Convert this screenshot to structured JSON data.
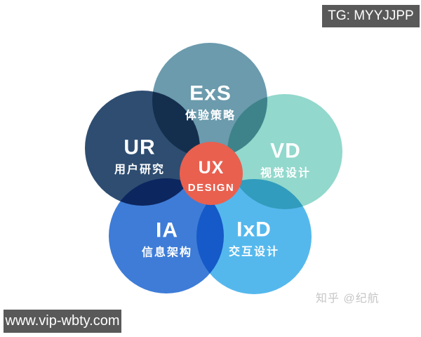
{
  "watermark_top_right": {
    "label": "TG: MYYJJPP",
    "bg": "#595959",
    "text_color": "#FFFFFF"
  },
  "watermark_bottom_left": {
    "label": "www.vip-wbty.com",
    "bg": "#595959",
    "text_color": "#FFFFFF"
  },
  "attribution": {
    "label": "知乎 @纪航",
    "text_color": "#C6C6C6"
  },
  "diagram": {
    "title": "UX DESIGN flower venn diagram",
    "background": "#FFFFFF",
    "center": {
      "acronym": "UX",
      "subtitle": "DESIGN",
      "color": "#E9604F"
    },
    "petals": [
      {
        "id": "exs",
        "acronym": "ExS",
        "subtitle": "体验策略",
        "color": "#6B9BAD",
        "position": "top"
      },
      {
        "id": "ur",
        "acronym": "UR",
        "subtitle": "用户研究",
        "color": "#2E4D71",
        "position": "left"
      },
      {
        "id": "vd",
        "acronym": "VD",
        "subtitle": "视觉设计",
        "color": "#92D8CC",
        "position": "right"
      },
      {
        "id": "ia",
        "acronym": "IA",
        "subtitle": "信息架构",
        "color": "#3E7CD7",
        "position": "bottom-left"
      },
      {
        "id": "ixd",
        "acronym": "IxD",
        "subtitle": "交互设计",
        "color": "#55B8ED",
        "position": "bottom-right"
      }
    ]
  }
}
